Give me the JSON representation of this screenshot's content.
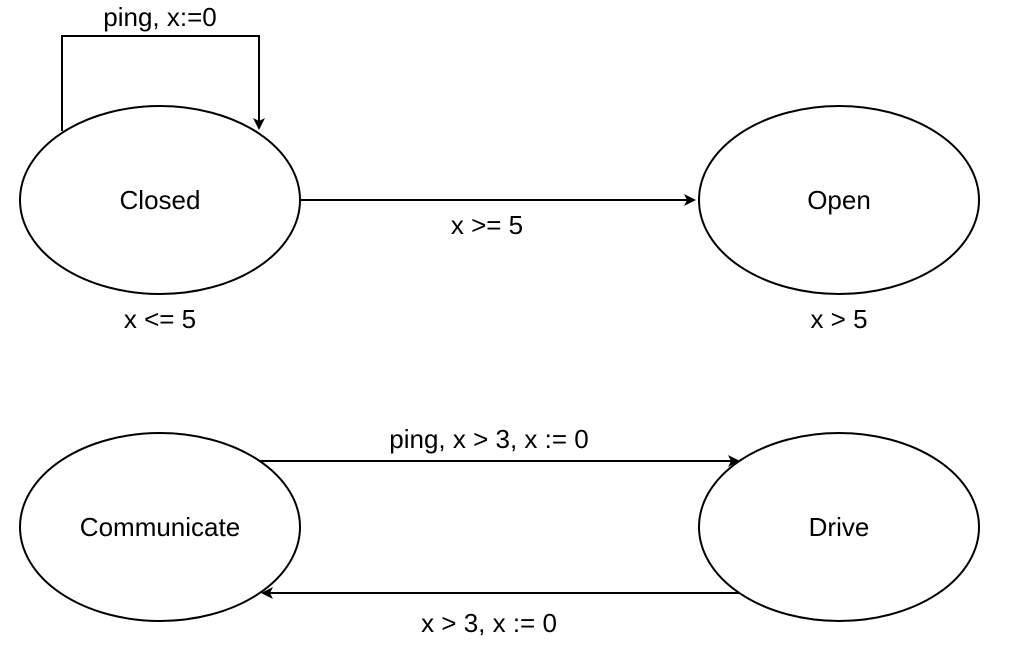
{
  "states": {
    "closed": {
      "label": "Closed",
      "invariant": "x <= 5"
    },
    "open": {
      "label": "Open",
      "invariant": "x > 5"
    },
    "communicate": {
      "label": "Communicate"
    },
    "drive": {
      "label": "Drive"
    }
  },
  "transitions": {
    "closed_self": {
      "label": "ping, x:=0"
    },
    "closed_to_open": {
      "label": "x >= 5"
    },
    "communicate_to_drive": {
      "label": "ping, x > 3, x := 0"
    },
    "drive_to_communicate": {
      "label": "x > 3, x := 0"
    }
  }
}
